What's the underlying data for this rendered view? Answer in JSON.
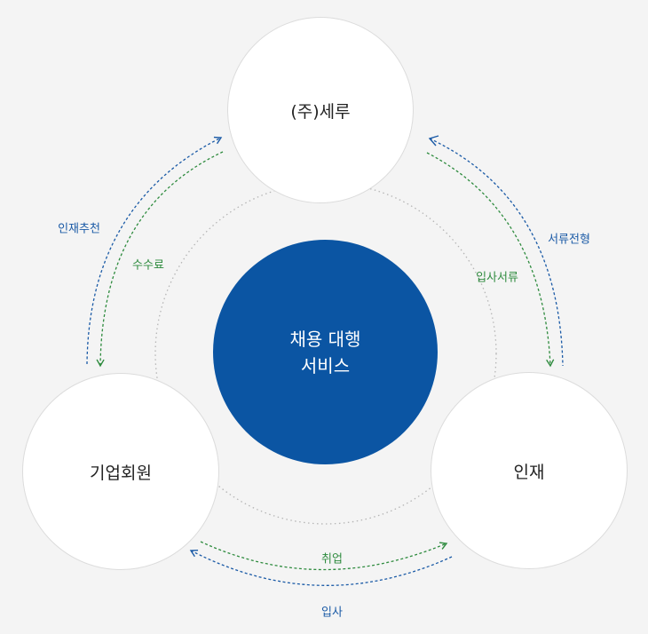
{
  "center": {
    "line1": "채용 대행",
    "line2": "서비스"
  },
  "nodes": {
    "top": "(주)세루",
    "left": "기업회원",
    "right": "인재"
  },
  "flows": {
    "left_outer": "인재추천",
    "left_inner": "수수료",
    "right_outer": "서류전형",
    "right_inner": "입사서류",
    "bottom_inner": "취업",
    "bottom_outer": "입사"
  },
  "colors": {
    "center_fill": "#0b55a3",
    "blue_flow": "#1a5aa6",
    "green_flow": "#2e8b3e",
    "background": "#f4f4f4",
    "orbit": "#b5b5b5"
  }
}
